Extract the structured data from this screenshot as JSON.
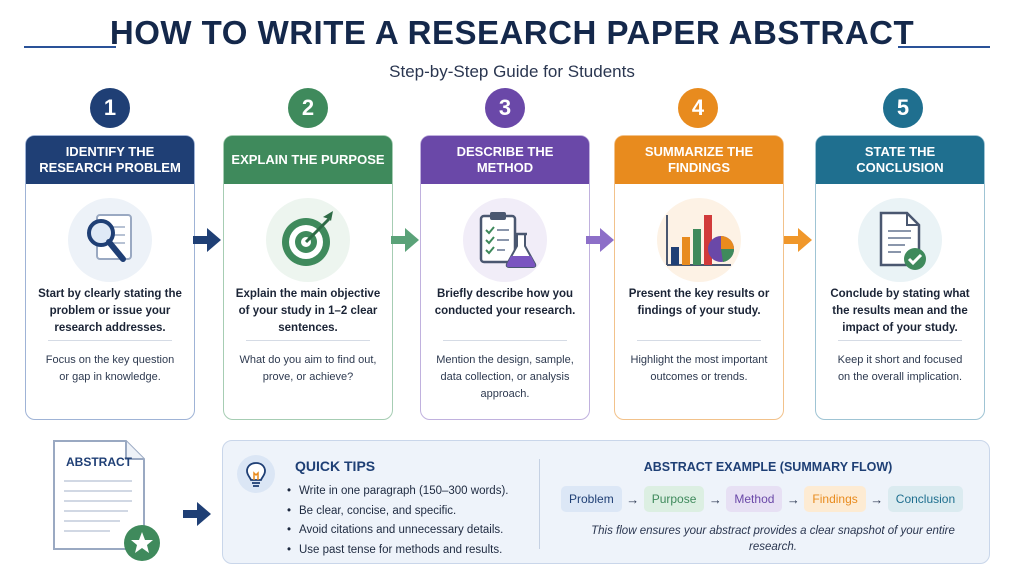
{
  "header": {
    "title": "HOW TO WRITE A RESEARCH PAPER ABSTRACT",
    "subtitle": "Step-by-Step Guide for Students"
  },
  "colors": {
    "step1": "#1f3f75",
    "step2": "#3f8a5c",
    "step3": "#6a48a8",
    "step4": "#e88b1e",
    "step5": "#1f6f8f"
  },
  "steps": [
    {
      "number": "1",
      "heading": "IDENTIFY THE RESEARCH PROBLEM",
      "icon": "magnifier-document-icon",
      "main": "Start by clearly stating the problem or issue your research addresses.",
      "sub": "Focus on the key question or gap in knowledge."
    },
    {
      "number": "2",
      "heading": "EXPLAIN THE PURPOSE",
      "icon": "target-icon",
      "main": "Explain the main objective of your study in 1–2 clear sentences.",
      "sub": "What do you aim to find out, prove, or achieve?"
    },
    {
      "number": "3",
      "heading": "DESCRIBE THE METHOD",
      "icon": "clipboard-flask-icon",
      "main": "Briefly describe how you conducted your research.",
      "sub": "Mention the design, sample, data collection, or analysis approach."
    },
    {
      "number": "4",
      "heading": "SUMMARIZE THE FINDINGS",
      "icon": "bar-chart-icon",
      "main": "Present the key results or findings of your study.",
      "sub": "Highlight the most important outcomes or trends."
    },
    {
      "number": "5",
      "heading": "STATE THE CONCLUSION",
      "icon": "document-check-icon",
      "main": "Conclude by stating what the results mean and the impact of your study.",
      "sub": "Keep it short and focused on the overall implication."
    }
  ],
  "abstract_doc": {
    "label": "ABSTRACT",
    "icon": "star-badge-icon"
  },
  "tips": {
    "title": "QUICK TIPS",
    "icon": "lightbulb-icon",
    "items": [
      "Write in one paragraph (150–300 words).",
      "Be clear, concise, and specific.",
      "Avoid citations and unnecessary details.",
      "Use past tense for methods and results."
    ]
  },
  "example": {
    "title": "ABSTRACT EXAMPLE (SUMMARY FLOW)",
    "flow": [
      "Problem",
      "Purpose",
      "Method",
      "Findings",
      "Conclusion"
    ],
    "separator": "→",
    "note": "This flow ensures your abstract provides a clear snapshot of your entire research."
  }
}
